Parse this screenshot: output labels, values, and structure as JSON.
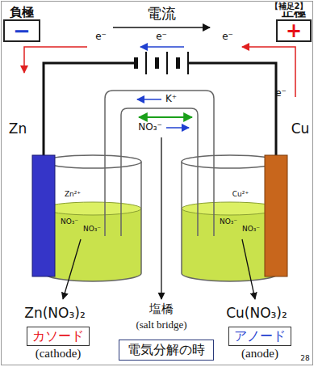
{
  "diagram": {
    "nodes": [
      {
        "text": [
          "負極",
          "−"
        ]
      },
      {
        "text": [
          "正極",
          "+"
        ]
      },
      {
        "text": [
          "カソード",
          "(cathode)"
        ]
      },
      {
        "text": [
          "アノード",
          "(anode)"
        ]
      },
      {
        "text": [
          "電気分解の時"
        ]
      }
    ],
    "labels": [
      "【補足2】",
      "電流",
      "e⁻",
      "e⁻",
      "e⁻",
      "e⁻",
      "Zn",
      "Cu",
      "K⁺",
      "NO₃⁻",
      "Zn²⁺",
      "NO₃⁻",
      "NO₃⁻",
      "Cu²⁺",
      "NO₃⁻",
      "NO₃⁻",
      "Zn(NO₃)₂",
      "塩橋",
      "(salt bridge)",
      "Cu(NO₃)₂",
      "28"
    ]
  }
}
